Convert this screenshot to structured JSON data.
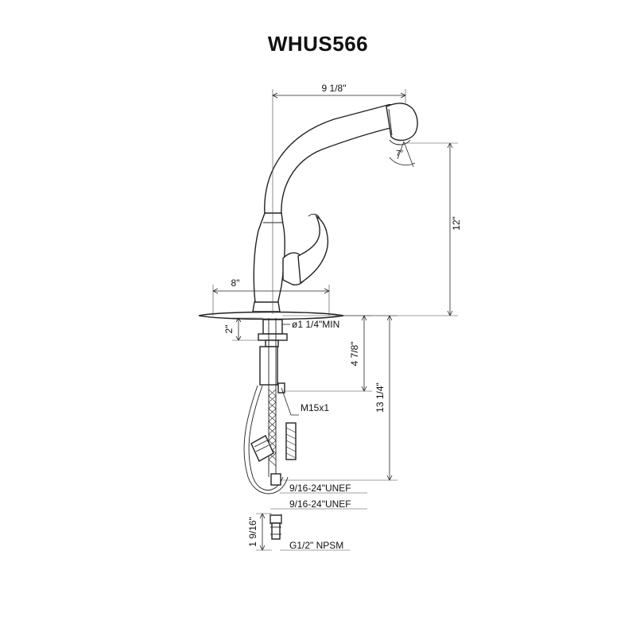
{
  "title": "WHUS566",
  "dimensions": {
    "spout_reach": "9 1/8\"",
    "height": "12\"",
    "deck_plate": "8\"",
    "deck_thickness": "2\"",
    "hole_size": "ø1 1/4\"MIN",
    "shank_length": "4 7/8\"",
    "total_below": "13 1/4\"",
    "thread_hose": "M15x1",
    "thread_unef_1": "9/16-24\"UNEF",
    "thread_unef_2": "9/16-24\"UNEF",
    "adapter_length": "1 9/16\"",
    "thread_npsm": "G1/2\" NPSM",
    "spray_angle": "7°"
  }
}
